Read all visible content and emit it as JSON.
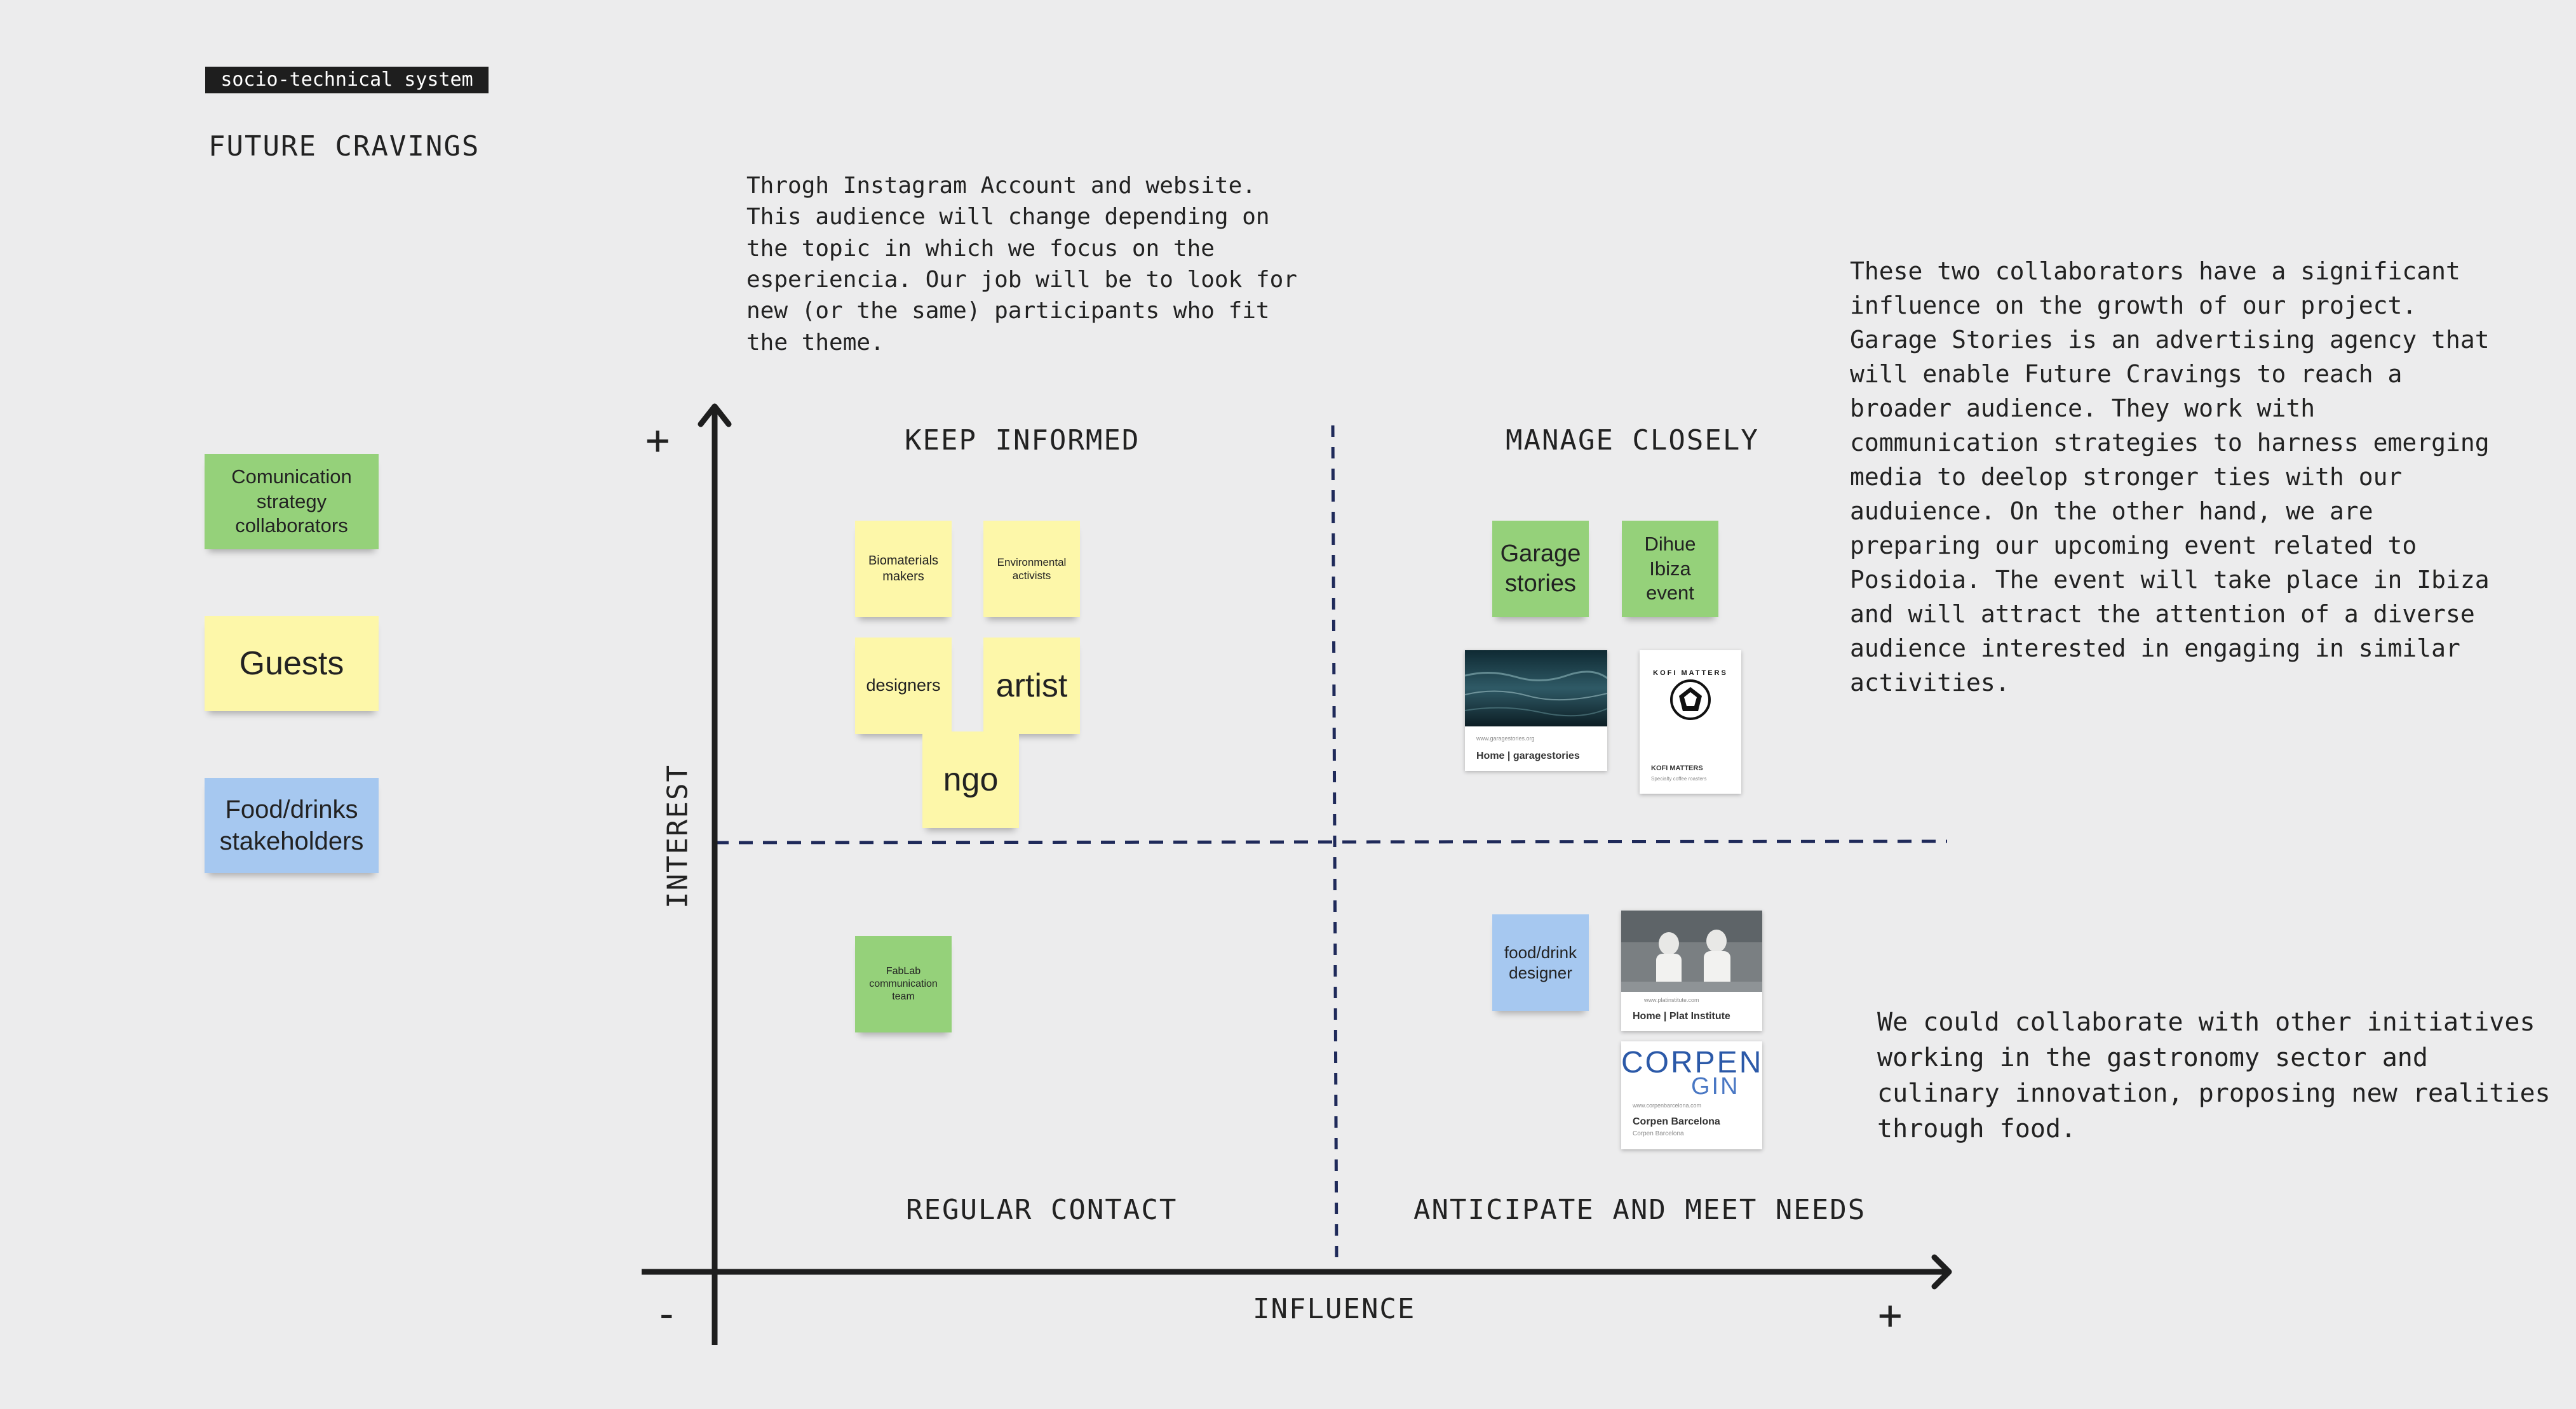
{
  "header": {
    "tag": "socio-technical system",
    "title": "FUTURE CRAVINGS"
  },
  "legend": {
    "collaborators": "Comunication strategy collaborators",
    "guests": "Guests",
    "stakeholders": "Food/drinks stakeholders"
  },
  "notes": {
    "instagram": "Throgh Instagram Account and website. This audience will change depending on the topic in which we focus on the esperiencia. Our job will be to look for new (or the same) participants who fit the theme.",
    "collaborators": "These two collaborators have a significant influence on the growth of our project. Garage Stories is an advertising agency that will enable Future Cravings to reach a broader audience. They work with communication strategies to harness emerging media to deelop stronger ties with our auduience. On the other hand, we are preparing our upcoming event related to Posidoia. The event will take place in Ibiza and will attract the attention of a diverse audience interested in engaging in similar activities.",
    "gastronomy": "We could collaborate with other initiatives working in the gastronomy sector and culinary innovation, proposing new realities through food."
  },
  "axes": {
    "y_label": "INTEREST",
    "x_label": "INFLUENCE",
    "plus_top": "+",
    "minus": "-",
    "plus_right": "+"
  },
  "quadrants": {
    "top_left": "KEEP INFORMED",
    "top_right": "MANAGE CLOSELY",
    "bottom_left": "REGULAR CONTACT",
    "bottom_right": "ANTICIPATE AND MEET NEEDS"
  },
  "stickies": {
    "biomaterials": "Biomaterials makers",
    "environmental": "Environmental activists",
    "designers": "designers",
    "artist": "artist",
    "ngo": "ngo",
    "fablab": "FabLab communication team",
    "garage": "Garage stories",
    "dihue": "Dihue Ibiza event",
    "food_designer": "food/drink designer"
  },
  "cards": {
    "garagestories": {
      "url": "www.garagestories.org",
      "title": "Home | garagestories"
    },
    "kofi": {
      "logo": "KOFI MATTERS",
      "title": "KOFI MATTERS",
      "sub": "Specialty coffee roasters"
    },
    "plat": {
      "url": "www.platinstitute.com",
      "title": "Home | Plat Institute"
    },
    "corpen": {
      "logo_top": "CORPEN",
      "logo_bottom": "GIN",
      "url": "www.corpenbarcelona.com",
      "title": "Corpen Barcelona",
      "sub": "Corpen Barcelona"
    }
  },
  "colors": {
    "background": "#ececed",
    "sticky_yellow": "#fdf7a9",
    "sticky_green": "#95d17a",
    "sticky_blue": "#a6c8f0",
    "axis": "#1e1e1e",
    "divider": "#1f2a5a"
  }
}
